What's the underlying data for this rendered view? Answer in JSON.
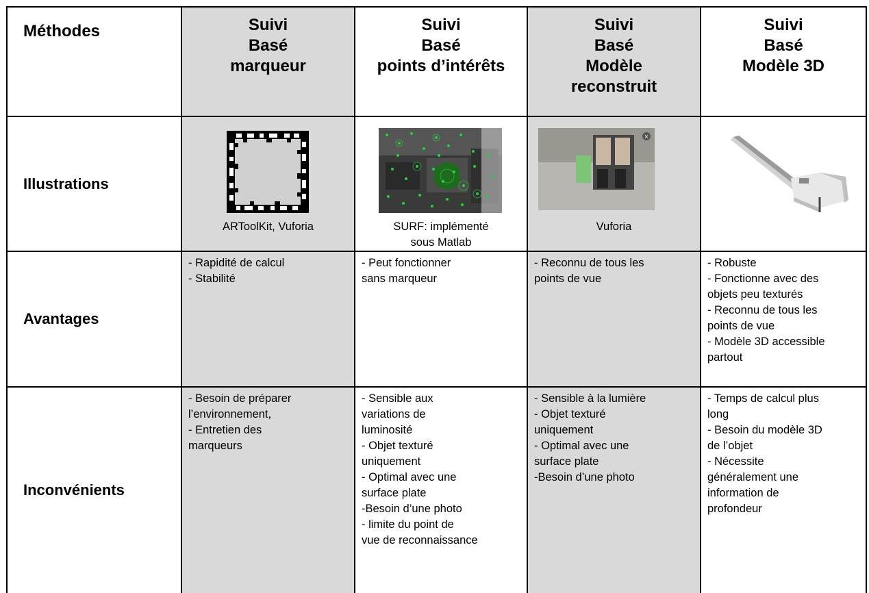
{
  "header": {
    "corner": "Méthodes",
    "columns": [
      {
        "lines": [
          "Suivi",
          "Basé",
          "marqueur"
        ]
      },
      {
        "lines": [
          "Suivi",
          "Basé",
          "points d’intérêts"
        ]
      },
      {
        "lines": [
          "Suivi",
          "Basé",
          "Modèle",
          "reconstruit"
        ]
      },
      {
        "lines": [
          "Suivi",
          "Basé",
          "Modèle 3D"
        ]
      }
    ]
  },
  "rows": {
    "illustrations": {
      "label": "Illustrations",
      "captions": [
        {
          "lines": [
            "ARToolKit, Vuforia"
          ]
        },
        {
          "lines": [
            "SURF: implémenté",
            "sous Matlab"
          ]
        },
        {
          "lines": [
            "Vuforia"
          ]
        },
        {
          "lines": []
        }
      ]
    },
    "avantages": {
      "label": "Avantages",
      "cells": [
        {
          "lines": [
            "- Rapidité de calcul",
            "- Stabilité"
          ]
        },
        {
          "lines": [
            "- Peut fonctionner",
            "sans marqueur"
          ]
        },
        {
          "lines": [
            "- Reconnu de tous les",
            "points de vue"
          ]
        },
        {
          "lines": [
            "- Robuste",
            "- Fonctionne avec des",
            "objets peu texturés",
            "- Reconnu de tous les",
            "points de vue",
            "- Modèle 3D accessible",
            "partout"
          ]
        }
      ]
    },
    "inconvenients": {
      "label": "Inconvénients",
      "cells": [
        {
          "lines": [
            "- Besoin de préparer",
            "l’environnement,",
            "- Entretien des",
            "marqueurs"
          ]
        },
        {
          "lines": [
            "- Sensible aux",
            "variations de",
            "luminosité",
            "- Objet texturé",
            "uniquement",
            "- Optimal avec une",
            "surface plate",
            "-Besoin d’une photo",
            "- limite du point de",
            "vue de reconnaissance"
          ]
        },
        {
          "lines": [
            "- Sensible à la lumière",
            "- Objet texturé",
            "uniquement",
            "- Optimal avec une",
            "surface plate",
            "-Besoin d’une photo"
          ]
        },
        {
          "lines": [
            "- Temps de calcul plus",
            "long",
            "- Besoin du modèle 3D",
            "de l’objet",
            "- Nécessite",
            "généralement une",
            "information de",
            "profondeur"
          ]
        }
      ]
    }
  },
  "colors": {
    "gray_cell": "#d9d9d9",
    "border": "#000000",
    "green_features": "#2ecc40"
  },
  "icons": [
    "fiducial-marker-image",
    "circuit-board-feature-image",
    "mechanical-part-photo",
    "3d-model-render"
  ]
}
